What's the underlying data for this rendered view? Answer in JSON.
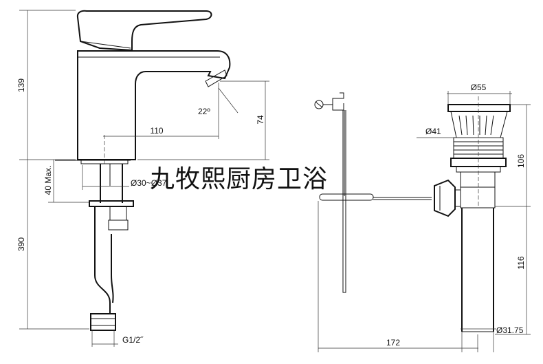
{
  "watermark": "九牧熙厨房卫浴",
  "faucet_dimensions": {
    "height": "139",
    "spout_drop": "74",
    "spout_reach": "110",
    "angle": "22º",
    "deck_thickness": "40 Max.",
    "hole_diameter": "Ø30~Ø37",
    "hose_length": "390",
    "inlet_thread": "G1/2˝"
  },
  "drain_dimensions": {
    "top_diameter": "Ø55",
    "body_diameter": "Ø41",
    "upper_height": "106",
    "lower_height": "116",
    "tail_diameter": "Ø31.75",
    "lever_length": "172"
  }
}
